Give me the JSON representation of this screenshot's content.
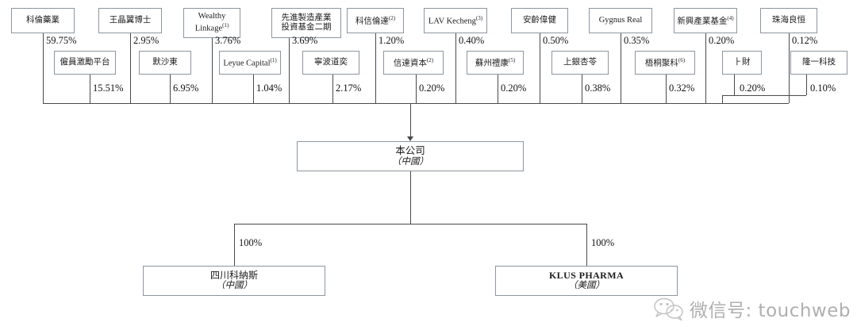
{
  "diagram": {
    "title": "Shareholding structure chart",
    "tier1": [
      {
        "name": "科倫藥業",
        "sup": "",
        "pct": "59.75%"
      },
      {
        "name": "王晶翼博士",
        "sup": "",
        "pct": "2.95%"
      },
      {
        "name": "Wealthy Linkage",
        "sup": "(1)",
        "pct": "3.76%"
      },
      {
        "name": "先進製造產業投資基金二期",
        "sup": "",
        "pct": "3.69%"
      },
      {
        "name": "科信倫達",
        "sup": "(2)",
        "pct": "1.20%"
      },
      {
        "name": "LAV Kecheng",
        "sup": "(3)",
        "pct": "0.40%"
      },
      {
        "name": "安齡偉健",
        "sup": "",
        "pct": "0.50%"
      },
      {
        "name": "Gygnus Real",
        "sup": "",
        "pct": "0.35%"
      },
      {
        "name": "新興產業基金",
        "sup": "(4)",
        "pct": "0.20%"
      },
      {
        "name": "珠海良恒",
        "sup": "",
        "pct": "0.12%"
      }
    ],
    "tier2": [
      {
        "name": "僱員激勵平台",
        "sup": "",
        "pct": "15.51%"
      },
      {
        "name": "默沙東",
        "sup": "",
        "pct": "6.95%"
      },
      {
        "name": "Leyue Capital",
        "sup": "(1)",
        "pct": "1.04%"
      },
      {
        "name": "寧波道奕",
        "sup": "",
        "pct": "2.17%"
      },
      {
        "name": "信達資本",
        "sup": "(2)",
        "pct": "0.20%"
      },
      {
        "name": "蘇州禮康",
        "sup": "(5)",
        "pct": "0.20%"
      },
      {
        "name": "上銀杏苓",
        "sup": "",
        "pct": "0.38%"
      },
      {
        "name": "梧桐聚科",
        "sup": "(6)",
        "pct": "0.32%"
      },
      {
        "name": "⺊財",
        "sup": "",
        "pct": "0.20%"
      },
      {
        "name": "隆一科技",
        "sup": "",
        "pct": "0.10%"
      }
    ],
    "company": {
      "title": "本公司",
      "country": "（中國）"
    },
    "subsidiaries": [
      {
        "title": "四川科納斯",
        "country": "（中國）",
        "pct": "100%"
      },
      {
        "title": "KLUS PHARMA",
        "country": "（美國）",
        "pct": "100%"
      }
    ],
    "watermark": {
      "text": "微信号: touchweb",
      "icon": "wechat-icon"
    }
  }
}
